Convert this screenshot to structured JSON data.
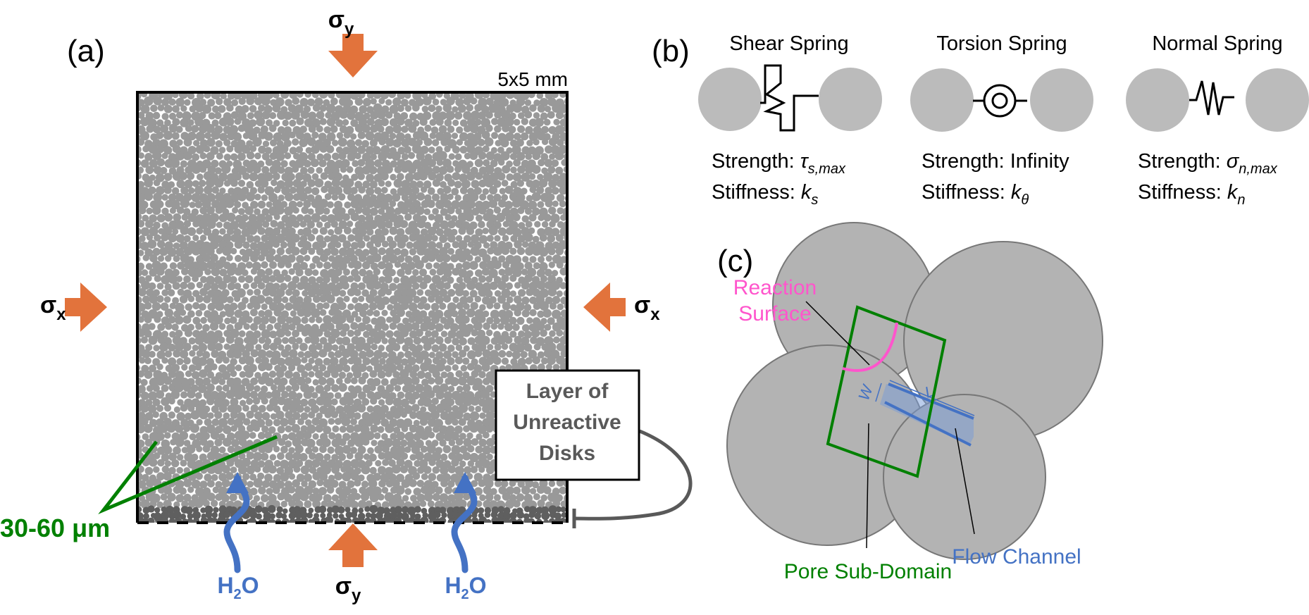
{
  "colors": {
    "orange": "#e2733c",
    "blue": "#4472c4",
    "blue_fill": "#aec0e4",
    "green": "#008000",
    "pink": "#ff55cc",
    "disk_gray": "#b3b3b3",
    "granular_gray": "#999999",
    "unreactive_gray": "#5f5f5f",
    "label_gray": "#595959"
  },
  "panel_a": {
    "label": "(a)",
    "size_label": "5x5 mm",
    "sigma_y_top": {
      "base": "σ",
      "sub": "y"
    },
    "sigma_y_bottom": {
      "base": "σ",
      "sub": "y"
    },
    "sigma_x_left": {
      "base": "σ",
      "sub": "x"
    },
    "sigma_x_right": {
      "base": "σ",
      "sub": "x"
    },
    "grain_size_label": "30-60 μm",
    "unreactive_box": [
      "Layer of",
      "Unreactive",
      "Disks"
    ],
    "water_left": {
      "pre": "H",
      "sub": "2",
      "post": "O"
    },
    "water_right": {
      "pre": "H",
      "sub": "2",
      "post": "O"
    }
  },
  "panel_b": {
    "label": "(b)",
    "springs": [
      {
        "title": "Shear Spring",
        "strength_prefix": "Strength: ",
        "strength_sym": "τ",
        "strength_sub": "s,max",
        "stiffness_prefix": "Stiffness: ",
        "stiffness_sym": "k",
        "stiffness_sub": "s"
      },
      {
        "title": "Torsion Spring",
        "strength_prefix": "Strength: ",
        "strength_sym": "Infinity",
        "strength_sub": "",
        "stiffness_prefix": "Stiffness: ",
        "stiffness_sym": "k",
        "stiffness_sub": "θ"
      },
      {
        "title": "Normal Spring",
        "strength_prefix": "Strength: ",
        "strength_sym": "σ",
        "strength_sub": "n,max",
        "stiffness_prefix": "Stiffness: ",
        "stiffness_sym": "k",
        "stiffness_sub": "n"
      }
    ]
  },
  "panel_c": {
    "label": "(c)",
    "reaction_surface": [
      "Reaction",
      "Surface"
    ],
    "pore_subdomain": "Pore Sub-Domain",
    "flow_channel": "Flow Channel",
    "width_symbol": "W",
    "length_symbol": "L"
  }
}
